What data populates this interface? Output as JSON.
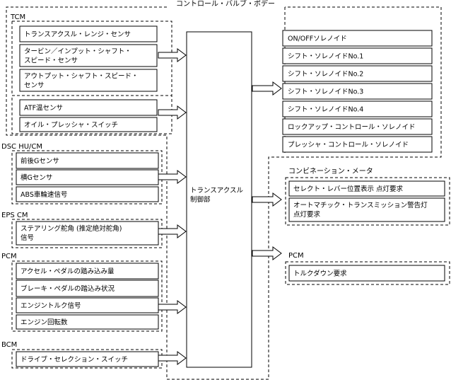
{
  "outer_title": "コントロール・バルブ・ボデー",
  "tcm": {
    "title": "TCM",
    "group1": [
      "トランスアクスル・レンジ・センサ",
      "タービン／インプット・シャフト・\nスピード・センサ",
      "アウトプット・シャフト・スピード・\nセンサ"
    ],
    "group2": [
      "ATF温センサ",
      "オイル・プレッシャ・スイッチ"
    ]
  },
  "dsc": {
    "title": "DSC HU/CM",
    "items": [
      "前後Gセンサ",
      "横Gセンサ",
      "ABS車輪速信号"
    ]
  },
  "eps": {
    "title": "EPS CM",
    "items": [
      "ステアリング舵角 (推定絶対舵角)\n信号"
    ]
  },
  "pcm_in": {
    "title": "PCM",
    "items": [
      "アクセル・ペダルの踏み込み量",
      "ブレーキ・ペダルの踏込み状況",
      "エンジントルク信号",
      "エンジン回転数"
    ]
  },
  "bcm": {
    "title": "BCM",
    "items": [
      "ドライブ・セレクション・スイッチ"
    ]
  },
  "controller": {
    "label": "トランスアクスル\n制御部"
  },
  "valve_body": {
    "items": [
      "ON/OFFソレノイド",
      "シフト・ソレノイドNo.1",
      "シフト・ソレノイドNo.2",
      "シフト・ソレノイドNo.3",
      "シフト・ソレノイドNo.4",
      "ロックアップ・コントロール・ソレノイド",
      "プレッシャ・コントロール・ソレノイド"
    ]
  },
  "combination_meter": {
    "title": "コンビネーション・メータ",
    "items": [
      "セレクト・レバー位置表示 点灯要求",
      "オートマチック・トランスミッション警告灯\n点灯要求"
    ]
  },
  "pcm_out": {
    "title": "PCM",
    "items": [
      "トルクダウン要求"
    ]
  }
}
